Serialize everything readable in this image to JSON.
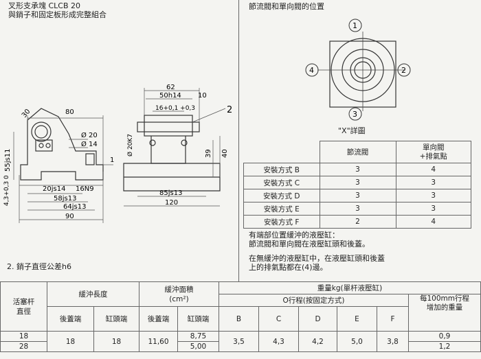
{
  "left_title": {
    "line1": "叉形支承塊 CLCB 20",
    "line2": "與銷子和固定板形成完整組合"
  },
  "drawing_left": {
    "dim_80": "80",
    "dim_30": "30",
    "dim_o20": "Ø 20",
    "dim_o14": "Ø 14",
    "dim_55": "55js11",
    "dim_1": "1",
    "dim_43": "4,3+0,3 0",
    "dim_20": "20js14",
    "dim_16": "16N9",
    "dim_58": "58js13",
    "dim_64": "64js13",
    "dim_90": "90"
  },
  "drawing_right": {
    "dim_62": "62",
    "dim_50": "50h14",
    "dim_10": "10",
    "dim_16": "16+0,1 +0,3",
    "dim_o20k7": "Ø 20K7",
    "callout_2": "2",
    "dim_39": "39",
    "dim_40": "40",
    "dim_85": "85js13",
    "dim_120": "120"
  },
  "pin_note": "2. 銷子直徑公差h6",
  "valve_title": "節流閥和單向閥的位置",
  "valve_positions": [
    "1",
    "2",
    "3",
    "4"
  ],
  "detail_label": "\"X\"詳圖",
  "mount_table": {
    "headers": [
      "",
      "節流閥",
      "單向閥\n+排氣點"
    ],
    "rows": [
      [
        "安裝方式 B",
        "3",
        "4"
      ],
      [
        "安裝方式 C",
        "3",
        "3"
      ],
      [
        "安裝方式 D",
        "3",
        "3"
      ],
      [
        "安裝方式 E",
        "3",
        "3"
      ],
      [
        "安裝方式 F",
        "2",
        "4"
      ]
    ]
  },
  "notes": {
    "n1": "有端部位置緩沖的液壓缸：",
    "n2": "節流閥和單向閥在液壓缸頭和後蓋。",
    "n3": "在無緩沖的液壓缸中，在液壓缸頭和後蓋",
    "n4": "上的排氣點都在(4)邊。"
  },
  "weight_table": {
    "h_piston": "活塞杆\n直徑",
    "h_length": "緩沖長度",
    "h_area": "緩沖面積\n(cm²)",
    "h_weight": "重量kg(單杆液壓缸)",
    "h_stroke0": "O行程(按固定方式)",
    "h_per100": "每100mm行程\n增加的重量",
    "sub_rear": "後蓋端",
    "sub_head": "缸頭端",
    "sub_rear2": "後蓋端",
    "sub_head2": "缸頭端",
    "mounts": [
      "B",
      "C",
      "D",
      "E",
      "F"
    ],
    "diam": [
      "18",
      "28"
    ],
    "len_rear": "18",
    "len_head": "18",
    "area_rear": "11,60",
    "area_head": [
      "8,75",
      "5,00"
    ],
    "weights": [
      "3,5",
      "4,3",
      "4,2",
      "5,0",
      "3,8"
    ],
    "per100": [
      "0,9",
      "1,2"
    ]
  }
}
